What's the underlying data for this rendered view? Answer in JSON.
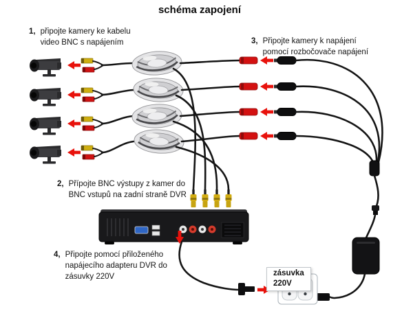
{
  "title": "schéma zapojení",
  "step1": {
    "num": "1,",
    "line1": "připojte kamery ke kabelu",
    "line2": "video BNC s napájením"
  },
  "step2": {
    "num": "2,",
    "line1": "Přípojte BNC výstupy z kamer do",
    "line2": "BNC vstupů na zadní straně DVR"
  },
  "step3": {
    "num": "3,",
    "line1": "Připojte kamery k napájení",
    "line2": "pomocí rozbočovače napájení"
  },
  "step4": {
    "num": "4,",
    "line1": "Připojte pomocí přiloženého",
    "line2": "napájecího adapteru DVR do",
    "line3": "zásuvky 220V"
  },
  "outlet": {
    "line1": "zásuvka",
    "line2": "220V"
  },
  "colors": {
    "arrow_red": "#e8120c",
    "connector_red": "#d31111",
    "bnc_yellow": "#d2ac12",
    "cable_black": "#141414",
    "vga_blue": "#2f66c4"
  },
  "components": {
    "cameras": 4,
    "cable_coils": 4,
    "bnc_connectors": 4,
    "power_plugs": 4,
    "dvr": "DVR recorder",
    "power_splitter": "1-to-4 rozbočovač",
    "power_adapter": "napájecí adaptér",
    "wall_outlet": "zásuvka 220V"
  }
}
